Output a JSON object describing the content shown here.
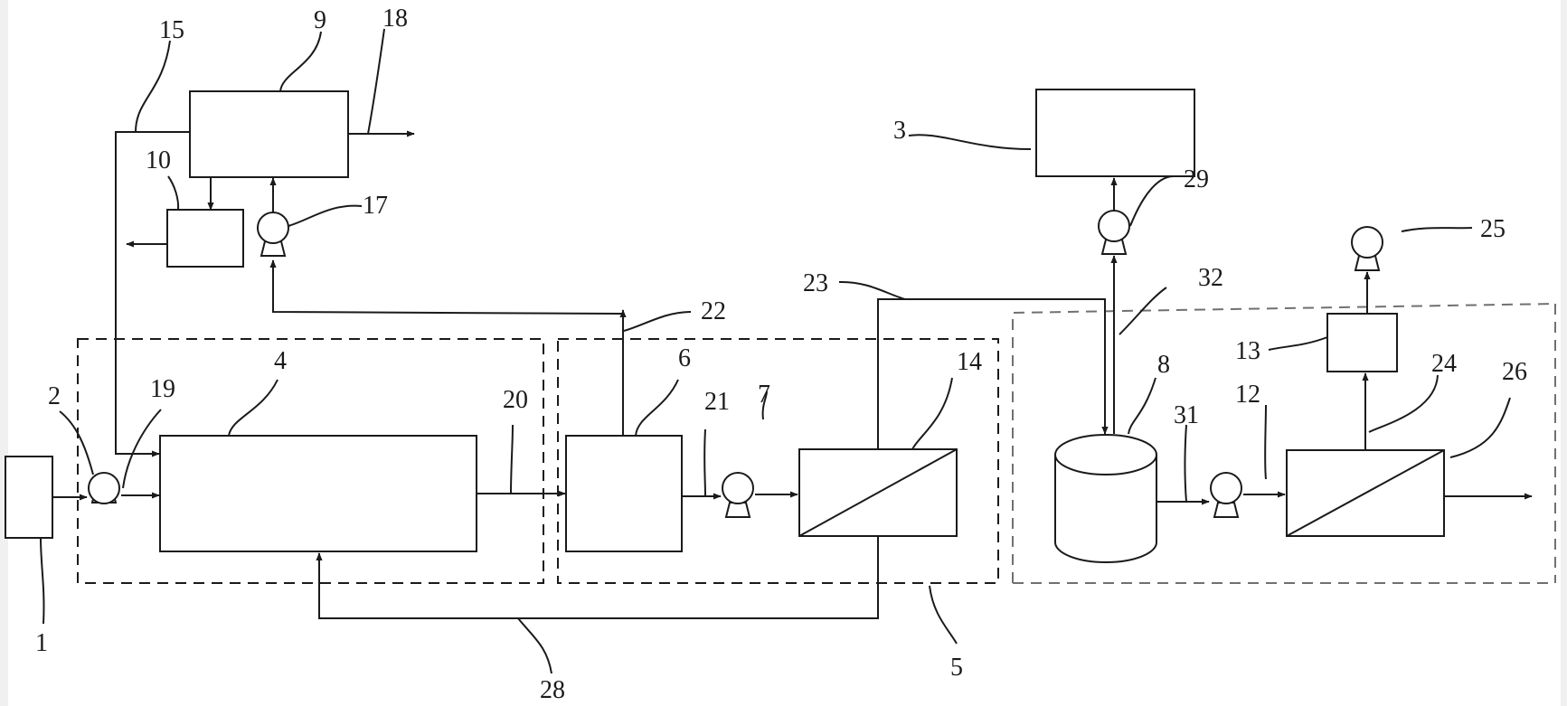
{
  "colors": {
    "ink": "#1a1a1a",
    "paper": "#ffffff",
    "background": "#f0f0f0",
    "outer_zone": "#707070"
  },
  "labels": [
    {
      "key": "l1",
      "text": "1"
    },
    {
      "key": "l2",
      "text": "2"
    },
    {
      "key": "l3",
      "text": "3"
    },
    {
      "key": "l4",
      "text": "4"
    },
    {
      "key": "l5",
      "text": "5"
    },
    {
      "key": "l6",
      "text": "6"
    },
    {
      "key": "l7",
      "text": "7"
    },
    {
      "key": "l8",
      "text": "8"
    },
    {
      "key": "l9",
      "text": "9"
    },
    {
      "key": "l10",
      "text": "10"
    },
    {
      "key": "l12",
      "text": "12"
    },
    {
      "key": "l13",
      "text": "13"
    },
    {
      "key": "l14",
      "text": "14"
    },
    {
      "key": "l15",
      "text": "15"
    },
    {
      "key": "l17",
      "text": "17"
    },
    {
      "key": "l18",
      "text": "18"
    },
    {
      "key": "l19",
      "text": "19"
    },
    {
      "key": "l20",
      "text": "20"
    },
    {
      "key": "l21",
      "text": "21"
    },
    {
      "key": "l22",
      "text": "22"
    },
    {
      "key": "l23",
      "text": "23"
    },
    {
      "key": "l24",
      "text": "24"
    },
    {
      "key": "l25",
      "text": "25"
    },
    {
      "key": "l26",
      "text": "26"
    },
    {
      "key": "l28",
      "text": "28"
    },
    {
      "key": "l29",
      "text": "29"
    },
    {
      "key": "l31",
      "text": "31"
    },
    {
      "key": "l32",
      "text": "32"
    }
  ]
}
